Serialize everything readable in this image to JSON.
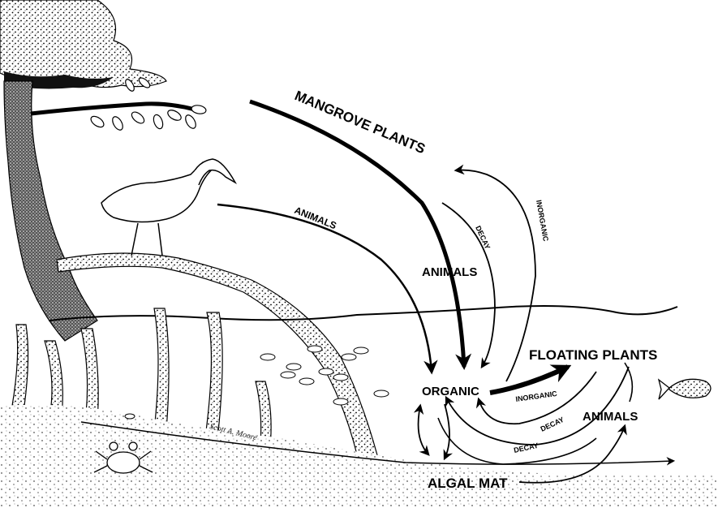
{
  "labels": {
    "mangrove_plants": "MANGROVE PLANTS",
    "animals_top": "ANIMALS",
    "animals_mid": "ANIMALS",
    "decay_top": "DECAY",
    "inorganic_top": "INORGANIC",
    "organic": "ORGANIC",
    "floating_plants": "FLOATING PLANTS",
    "inorganic_low": "INORGANIC",
    "decay_mid": "DECAY",
    "decay_low": "DECAY",
    "animals_right": "ANIMALS",
    "algal_mat": "ALGAL MAT"
  },
  "signature": "Scott A. Moore"
}
